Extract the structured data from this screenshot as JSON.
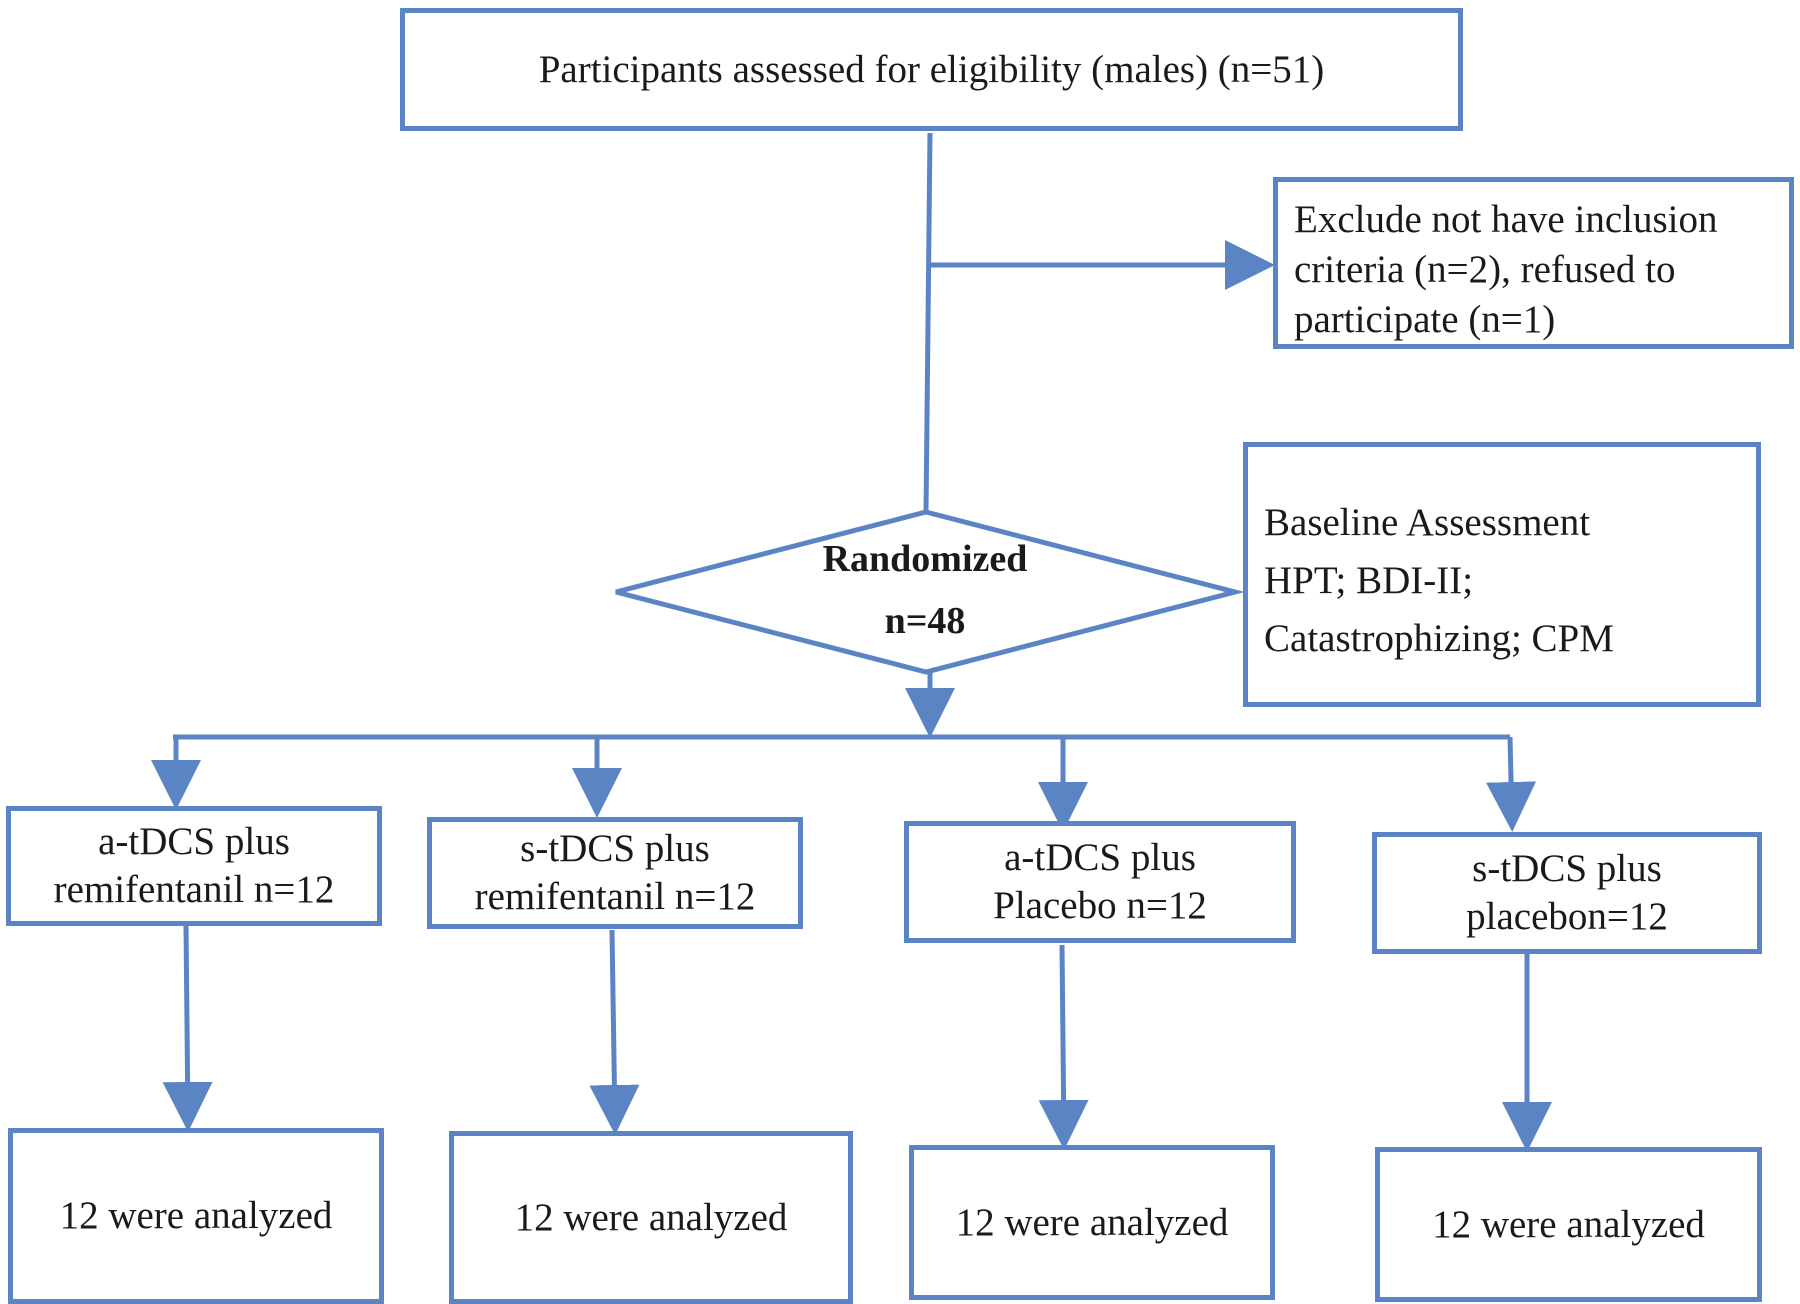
{
  "nodes": {
    "eligibility": "Participants assessed for eligibility (males)  (n=51)",
    "exclude": [
      "Exclude not have inclusion",
      "criteria (n=2), refused to",
      "participate (n=1)"
    ],
    "randomized": [
      "Randomized",
      "n=48"
    ],
    "baseline": [
      "Baseline Assessment",
      "HPT; BDI-II;",
      "Catastrophizing; CPM"
    ],
    "groups": [
      [
        "a-tDCS plus",
        "remifentanil n=12"
      ],
      [
        "s-tDCS plus",
        "remifentanil n=12"
      ],
      [
        "a-tDCS plus",
        "Placebo  n=12"
      ],
      [
        "s-tDCS plus",
        "placebon=12"
      ]
    ],
    "analyzed": [
      "12 were analyzed",
      "12 were analyzed",
      "12 were analyzed",
      "12 were analyzed"
    ]
  },
  "colors": {
    "line": "#5b84c4",
    "text": "#1a1a1a"
  }
}
